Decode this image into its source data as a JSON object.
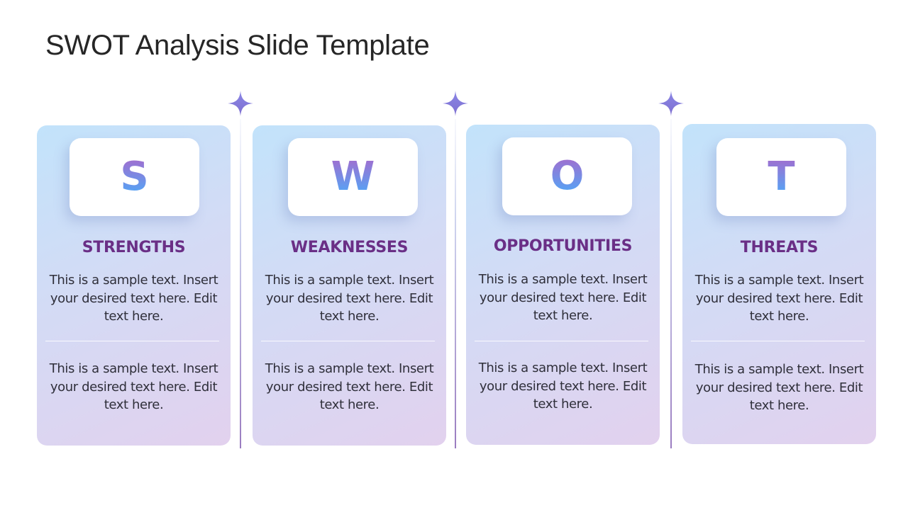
{
  "slide": {
    "title": "SWOT Analysis Slide Template"
  },
  "colors": {
    "heading": "#6a2f86",
    "letter_gradient_top": "#9b72d2",
    "letter_gradient_bottom": "#55a4f5",
    "card_gradient_start": "#c2e3fb",
    "card_gradient_end": "#e2d1ee",
    "star": "#7b8ee6"
  },
  "cards": [
    {
      "letter": "S",
      "heading": "STRENGTHS",
      "text1": "This is a sample text. Insert your desired text here. Edit text here.",
      "text2": "This is a sample text. Insert your desired text here. Edit text here."
    },
    {
      "letter": "W",
      "heading": "WEAKNESSES",
      "text1": "This is a sample text. Insert your desired text here. Edit text here.",
      "text2": "This is a sample text. Insert your desired text here. Edit text here."
    },
    {
      "letter": "O",
      "heading": "OPPORTUNITIES",
      "text1": "This is a sample text. Insert your desired text here. Edit text here.",
      "text2": "This is a sample text. Insert your desired text here. Edit text here."
    },
    {
      "letter": "T",
      "heading": "THREATS",
      "text1": "This is a sample text. Insert your desired text here. Edit text here.",
      "text2": "This is a sample text. Insert your desired text here. Edit text here."
    }
  ],
  "separators": [
    {
      "icon": "four-point-star-icon"
    },
    {
      "icon": "four-point-star-icon"
    },
    {
      "icon": "four-point-star-icon"
    }
  ]
}
